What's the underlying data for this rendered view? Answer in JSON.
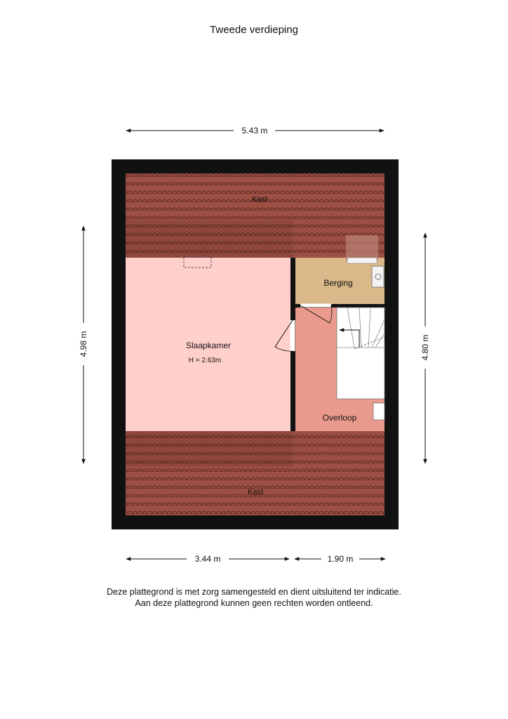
{
  "title": "Tweede verdieping",
  "dimensions": {
    "top_width": "5.43 m",
    "left_height": "4.98 m",
    "right_height": "4.80 m",
    "bottom_left": "3.44 m",
    "bottom_right": "1.90 m"
  },
  "rooms": {
    "kast_top": "Kast",
    "slaapkamer": "Slaapkamer",
    "slaapkamer_height": "H = 2.63m",
    "berging": "Berging",
    "overloop": "Overloop",
    "kast_bottom": "Kast"
  },
  "disclaimer": {
    "line1": "Deze plattegrond is met zorg samengesteld en dient uitsluitend ter indicatie.",
    "line2": "Aan deze plattegrond kunnen geen rechten worden ontleend."
  },
  "colors": {
    "wall": "#111111",
    "roof_tile": "#9c4f43",
    "slaapkamer": "#ffcfcb",
    "berging": "#d9b98a",
    "overloop": "#ea9a8c"
  }
}
